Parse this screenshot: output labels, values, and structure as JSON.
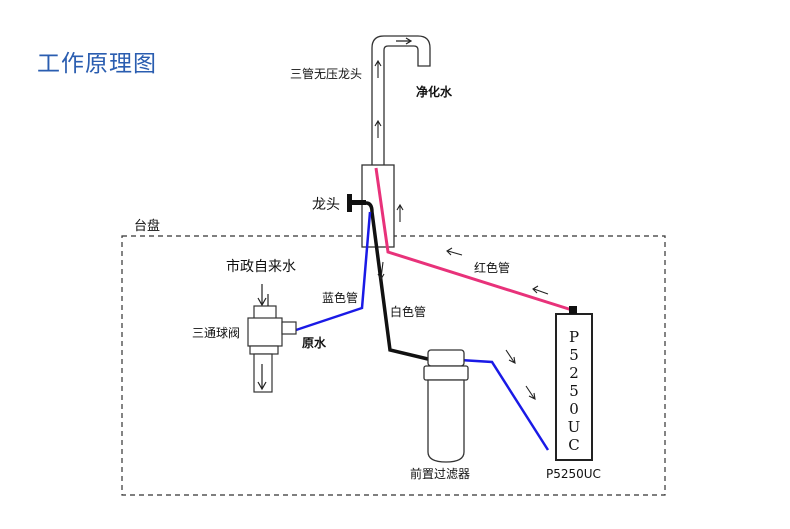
{
  "title": "工作原理图",
  "labels": {
    "faucet_three_pipe": "三管无压龙头",
    "pure_water": "净化水",
    "faucet": "龙头",
    "counter": "台盘",
    "municipal_water": "市政自来水",
    "three_way_valve": "三通球阀",
    "raw_water": "原水",
    "blue_pipe": "蓝色管",
    "white_pipe": "白色管",
    "red_pipe": "红色管",
    "pre_filter": "前置过滤器",
    "device_vertical": "P5250UC",
    "device_label": "P5250UC"
  },
  "colors": {
    "title": "#2a5db0",
    "red_pipe": "#e8327a",
    "blue_pipe": "#1a1ae6",
    "white_pipe": "#111111",
    "outline": "#222222"
  }
}
